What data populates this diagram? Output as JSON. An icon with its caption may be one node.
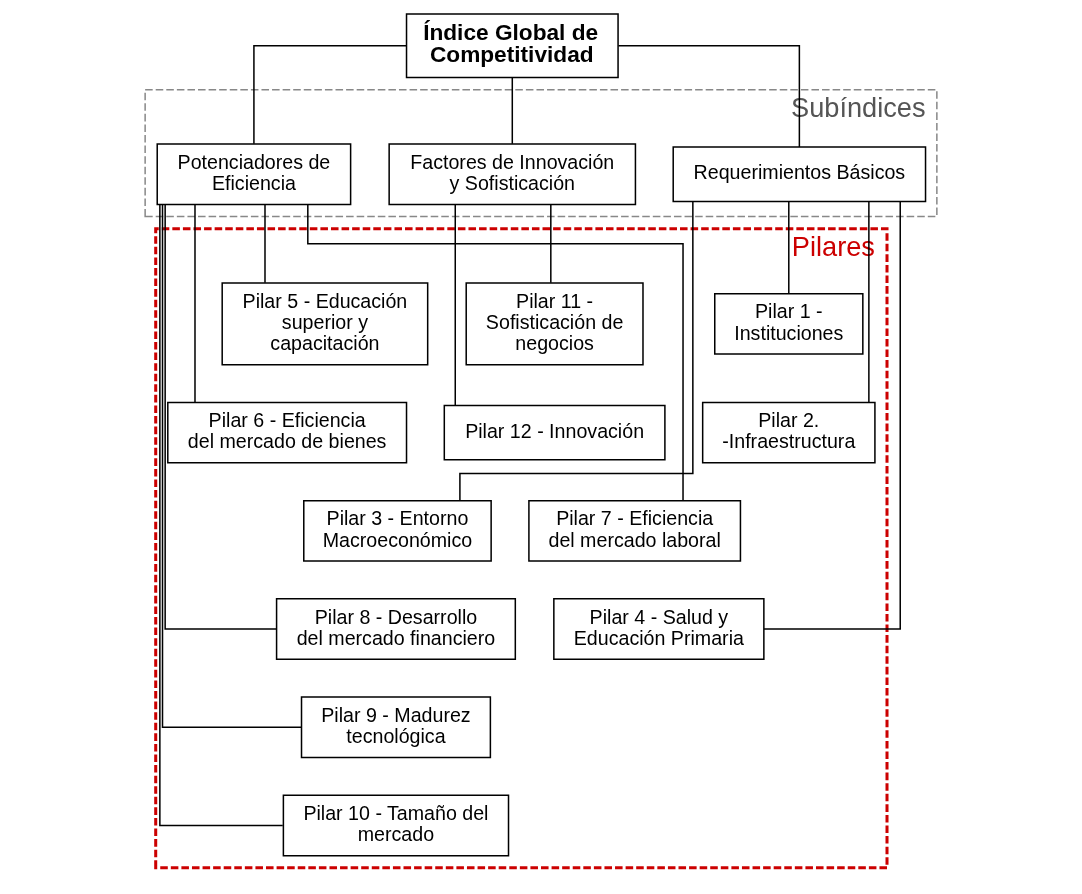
{
  "diagram": {
    "nodes": [
      {
        "text": [
          "Índice Global de Competitividad"
        ]
      },
      {
        "text": [
          "Subíndices"
        ]
      },
      {
        "text": [
          "Requerimientos Básicos"
        ],
        "in": 1
      },
      {
        "text": [
          "Potenciadores de Eficiencia"
        ],
        "in": 1
      },
      {
        "text": [
          "Factores de Innovación y Sofisticación"
        ],
        "in": 1
      },
      {
        "text": [
          "Pilares"
        ]
      },
      {
        "text": [
          "Pilar 1 - Instituciones"
        ],
        "in": 5
      },
      {
        "text": [
          "Pilar 2. -Infraestructura"
        ],
        "in": 5
      },
      {
        "text": [
          "Pilar 3 - Entorno Macroeconómico"
        ],
        "in": 5
      },
      {
        "text": [
          "Pilar 4 - Salud y Educación Primaria"
        ],
        "in": 5
      },
      {
        "text": [
          "Pilar 5 - Educación superior y capacitación"
        ],
        "in": 5
      },
      {
        "text": [
          "Pilar 6 - Eficiencia del mercado de bienes"
        ],
        "in": 5
      },
      {
        "text": [
          "Pilar 7 - Eficiencia del mercado laboral"
        ],
        "in": 5
      },
      {
        "text": [
          "Pilar 8 - Desarrollo del mercado financiero"
        ],
        "in": 5
      },
      {
        "text": [
          "Pilar 9 - Madurez tecnológica"
        ],
        "in": 5
      },
      {
        "text": [
          "Pilar 10 - Tamaño del mercado"
        ],
        "in": 5
      },
      {
        "text": [
          "Pilar 11 - Sofisticación de negocios"
        ],
        "in": 5
      },
      {
        "text": [
          "Pilar 12 - Innovación"
        ],
        "in": 5
      }
    ],
    "edges": [
      {
        "from": 0,
        "to": 2,
        "arrow": "none"
      },
      {
        "from": 0,
        "to": 3,
        "arrow": "none"
      },
      {
        "from": 0,
        "to": 4,
        "arrow": "none"
      },
      {
        "from": 2,
        "to": 6,
        "arrow": "none"
      },
      {
        "from": 2,
        "to": 7,
        "arrow": "none"
      },
      {
        "from": 2,
        "to": 8,
        "arrow": "none"
      },
      {
        "from": 2,
        "to": 9,
        "arrow": "none"
      },
      {
        "from": 3,
        "to": 10,
        "arrow": "none"
      },
      {
        "from": 3,
        "to": 11,
        "arrow": "none"
      },
      {
        "from": 3,
        "to": 12,
        "arrow": "none"
      },
      {
        "from": 3,
        "to": 13,
        "arrow": "none"
      },
      {
        "from": 3,
        "to": 14,
        "arrow": "none"
      },
      {
        "from": 3,
        "to": 15,
        "arrow": "none"
      },
      {
        "from": 4,
        "to": 16,
        "arrow": "none"
      },
      {
        "from": 4,
        "to": 17,
        "arrow": "none"
      }
    ]
  }
}
